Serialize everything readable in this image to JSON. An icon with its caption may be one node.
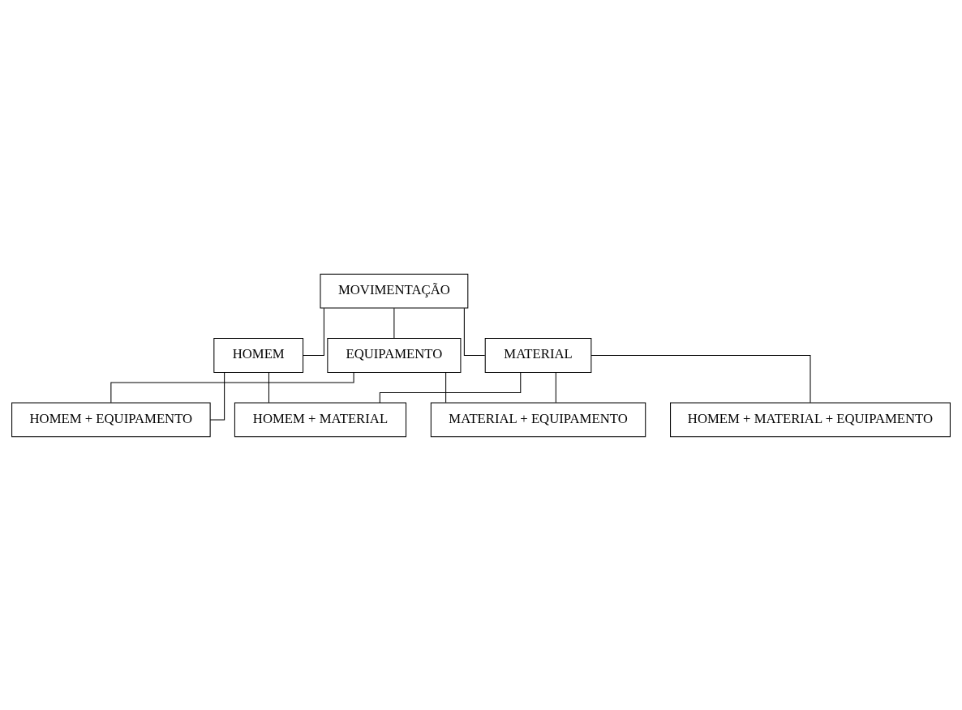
{
  "diagram": {
    "nodes": [
      {
        "text": [
          "MOVIMENTAÇÃO"
        ]
      },
      {
        "text": [
          "HOMEM"
        ]
      },
      {
        "text": [
          "MATERIAL"
        ]
      },
      {
        "text": [
          "EQUIPAMENTO"
        ]
      },
      {
        "text": [
          "HOMEM + MATERIAL"
        ]
      },
      {
        "text": [
          "MATERIAL + EQUIPAMENTO"
        ]
      },
      {
        "text": [
          "HOMEM + EQUIPAMENTO"
        ]
      },
      {
        "text": [
          "HOMEM + MATERIAL + EQUIPAMENTO"
        ]
      }
    ],
    "edges": [
      {
        "from": 0,
        "to": 1,
        "arrow": "none"
      },
      {
        "from": 0,
        "to": 2,
        "arrow": "none"
      },
      {
        "from": 0,
        "to": 3,
        "arrow": "none"
      },
      {
        "from": 1,
        "to": 4,
        "arrow": "none"
      },
      {
        "from": 2,
        "to": 4,
        "arrow": "none"
      },
      {
        "from": 2,
        "to": 5,
        "arrow": "none"
      },
      {
        "from": 3,
        "to": 5,
        "arrow": "none"
      },
      {
        "from": 1,
        "to": 6,
        "arrow": "none"
      },
      {
        "from": 3,
        "to": 6,
        "arrow": "none"
      },
      {
        "from": 2,
        "to": 7,
        "arrow": "none"
      }
    ]
  }
}
